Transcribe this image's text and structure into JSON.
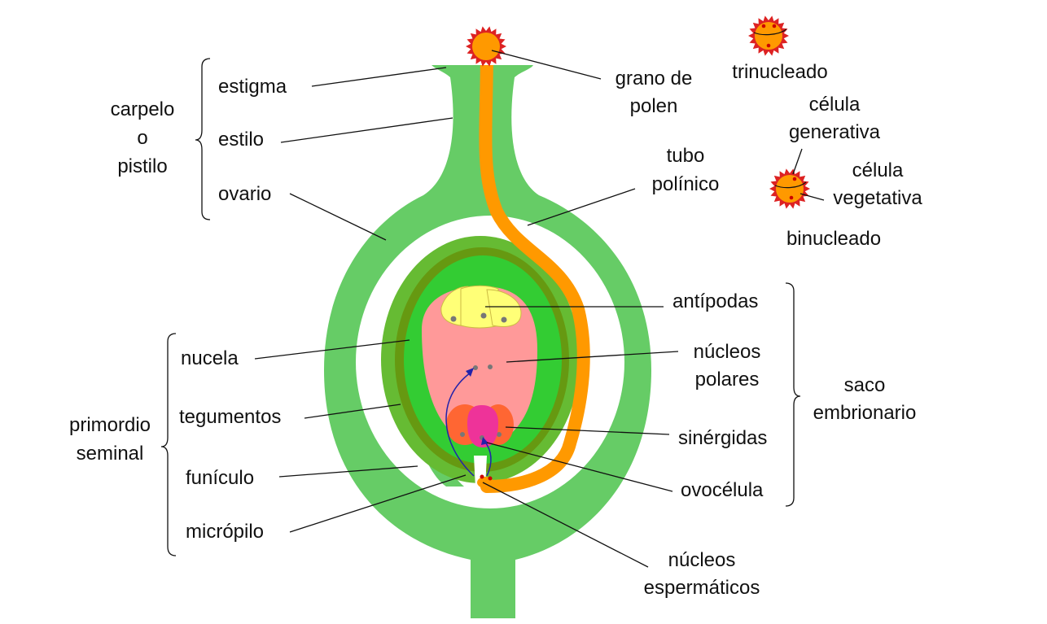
{
  "colors": {
    "carpel_green": "#66cc66",
    "integument_light": "#66bb33",
    "integument_dark": "#669911",
    "nucellus_green": "#33cc33",
    "embryo_sac": "#ff9999",
    "antipodal": "#ffff77",
    "synergid": "#ff6633",
    "egg_cell": "#ee3399",
    "pollen_tube": "#ff9900",
    "pollen_spikes": "#dd2222",
    "nucleus_grey": "#777777",
    "sperm_red": "#cc0000",
    "arrow_blue": "#2222aa"
  },
  "labels": {
    "carpelo": [
      "carpelo",
      "o",
      "pistilo"
    ],
    "estigma": "estigma",
    "estilo": "estilo",
    "ovario": "ovario",
    "grano_polen": [
      "grano de",
      "polen"
    ],
    "tubo_polinico": [
      "tubo",
      "polínico"
    ],
    "trinucleado": "trinucleado",
    "celula_generativa": [
      "célula",
      "generativa"
    ],
    "celula_vegetativa": [
      "célula",
      "vegetativa"
    ],
    "binucleado": "binucleado",
    "antipodas": "antípodas",
    "nucleos_polares": [
      "núcleos",
      "polares"
    ],
    "saco_embrionario": [
      "saco",
      "embrionario"
    ],
    "sinergidas": "sinérgidas",
    "ovocelula": "ovocélula",
    "nucleos_espermaticos": [
      "núcleos",
      "espermáticos"
    ],
    "primordio_seminal": [
      "primordio",
      "seminal"
    ],
    "nucela": "nucela",
    "tegumentos": "tegumentos",
    "funiculo": "funículo",
    "micropilo": "micrópilo"
  },
  "icons": {
    "pollen_grain": "spiky-pollen-grain-icon"
  }
}
